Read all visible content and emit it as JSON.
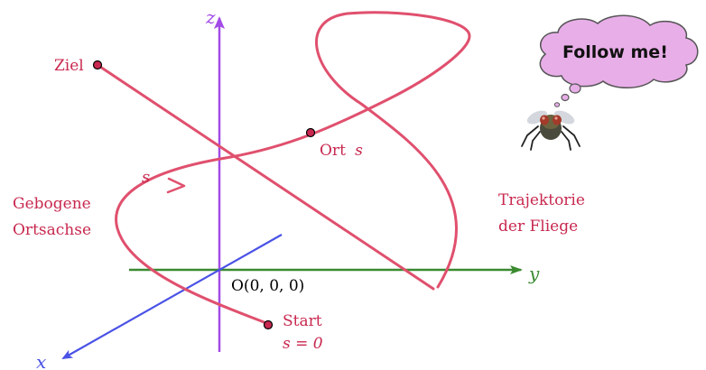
{
  "axes": {
    "x": "x",
    "y": "y",
    "z": "z",
    "origin": "O(0, 0, 0)"
  },
  "labels": {
    "goal": "Ziel",
    "position": "Ort",
    "position_var": "s",
    "arc_param": "s",
    "curved_axis_line1": "Gebogene",
    "curved_axis_line2": "Ortsachse",
    "trajectory_line1": "Trajektorie",
    "trajectory_line2": "der Fliege",
    "start": "Start",
    "start_condition": "s = 0"
  },
  "bubble": {
    "text": "Follow me!"
  },
  "colors": {
    "trajectory": "#e0506e",
    "label_red": "#c8284f",
    "x_axis": "#4a52e6",
    "y_axis": "#3a8a30",
    "z_axis": "#a24be6",
    "bubble_fill": "#e8aee8",
    "bubble_stroke": "#555555"
  }
}
